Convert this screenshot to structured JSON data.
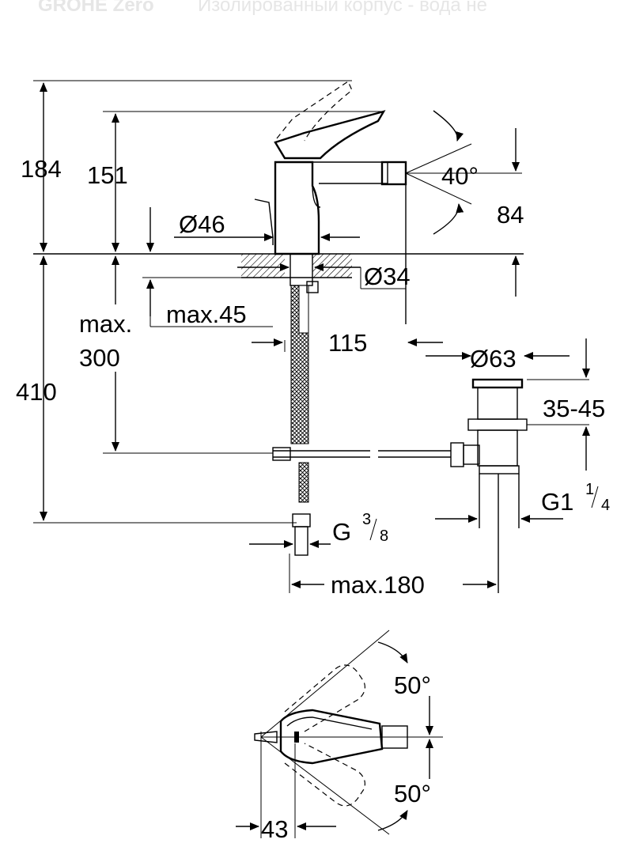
{
  "header": {
    "faded_brand": "GROHE Zero",
    "faded_caption": "Изолированный корпус - вода не"
  },
  "dimensions": {
    "height_total": "184",
    "height_lever": "151",
    "angle_spout": "40°",
    "spout_height": "84",
    "base_diameter": "Ø46",
    "hose_diameter": "Ø34",
    "max_thickness": "max.45",
    "max_depth_1": "max.",
    "max_depth_2": "300",
    "spout_reach": "115",
    "waste_diameter": "Ø63",
    "under_height": "410",
    "pop_up_range": "35-45",
    "waste_thread_main": "G1",
    "waste_thread_num": "1",
    "waste_thread_den": "4",
    "supply_thread_main": "G",
    "supply_thread_num": "3",
    "supply_thread_den": "8",
    "max_distance": "max.180",
    "angle_top": "50°",
    "angle_bottom": "50°",
    "lever_offset": "43"
  }
}
